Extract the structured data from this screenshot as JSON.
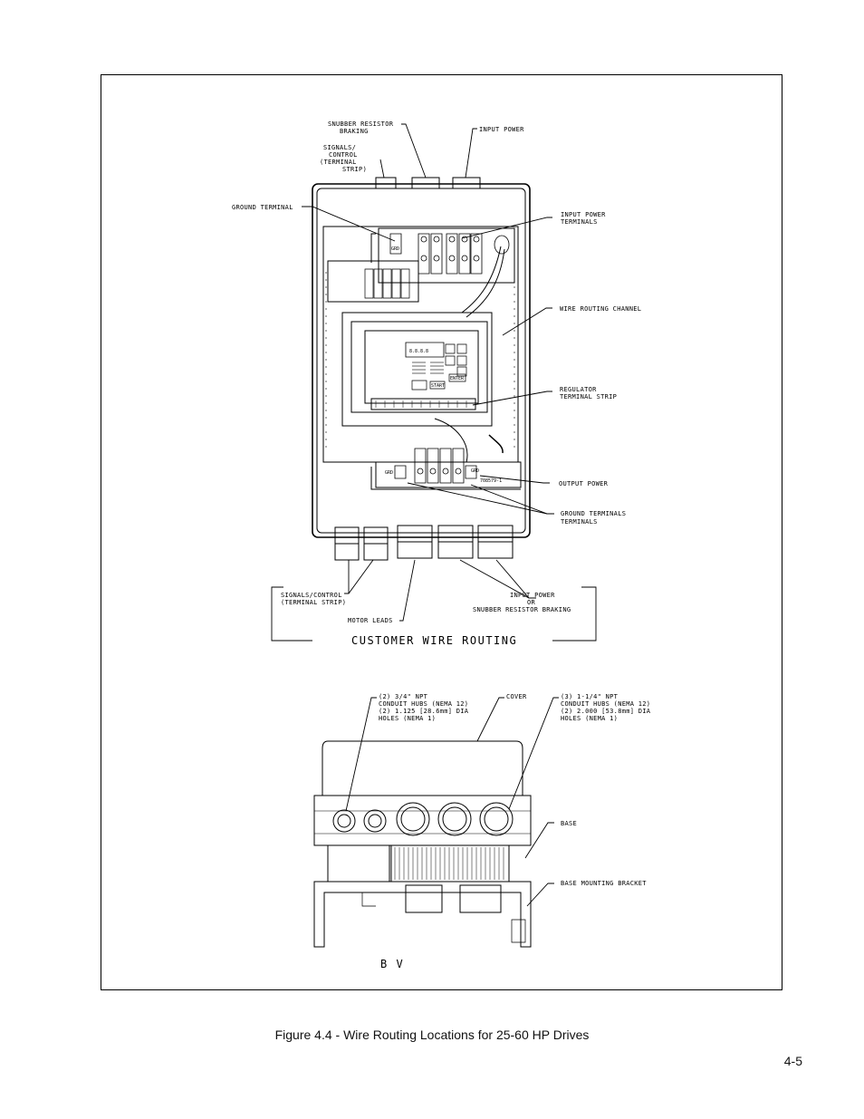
{
  "labels": {
    "snubber_resistor_braking_1": "SNUBBER RESISTOR",
    "snubber_resistor_braking_2": "BRAKING",
    "input_power_top": "INPUT POWER",
    "signals_control_1": "SIGNALS/",
    "signals_control_2": "CONTROL",
    "signals_control_3": "(TERMINAL",
    "signals_control_4": "STRIP)",
    "ground_terminal": "GROUND TERMINAL",
    "input_power_terminals_1": "INPUT POWER",
    "input_power_terminals_2": "TERMINALS",
    "wire_routing_channel": "WIRE ROUTING CHANNEL",
    "regulator_terminal_strip_1": "REGULATOR",
    "regulator_terminal_strip_2": "TERMINAL STRIP",
    "output_power": "OUTPUT POWER",
    "ground_terminals_1": "GROUND TERMINALS",
    "ground_terminals_2": "TERMINALS",
    "signals_control_bottom_1": "SIGNALS/CONTROL",
    "signals_control_bottom_2": "(TERMINAL STRIP)",
    "motor_leads": "MOTOR LEADS",
    "input_power_or_1": "INPUT POWER",
    "input_power_or_2": "OR",
    "input_power_or_3": "SNUBBER RESISTOR BRAKING",
    "customer_wire_routing": "CUSTOMER WIRE ROUTING",
    "conduit_34_1": "(2) 3/4\" NPT",
    "conduit_34_2": "CONDUIT HUBS (NEMA 12)",
    "conduit_34_3": "(2) 1.125 [28.6mm] DIA",
    "conduit_34_4": "HOLES (NEMA 1)",
    "cover": "COVER",
    "conduit_114_1": "(3) 1-1/4\" NPT",
    "conduit_114_2": "CONDUIT HUBS (NEMA 12)",
    "conduit_114_3": "(2) 2.000 [53.8mm] DIA",
    "conduit_114_4": "HOLES (NEMA 1)",
    "base": "BASE",
    "base_mounting_bracket": "BASE MOUNTING BRACKET",
    "bv": "B V",
    "grd_1": "GRD",
    "grd_2": "GRD",
    "grd_3": "GRD",
    "part_no": "708579-1",
    "display": "8.8.8.8",
    "start_key": "START",
    "enter_key": "ENTER"
  },
  "caption": "Figure 4.4 - Wire Routing Locations for 25-60 HP Drives",
  "page_number": "4-5"
}
